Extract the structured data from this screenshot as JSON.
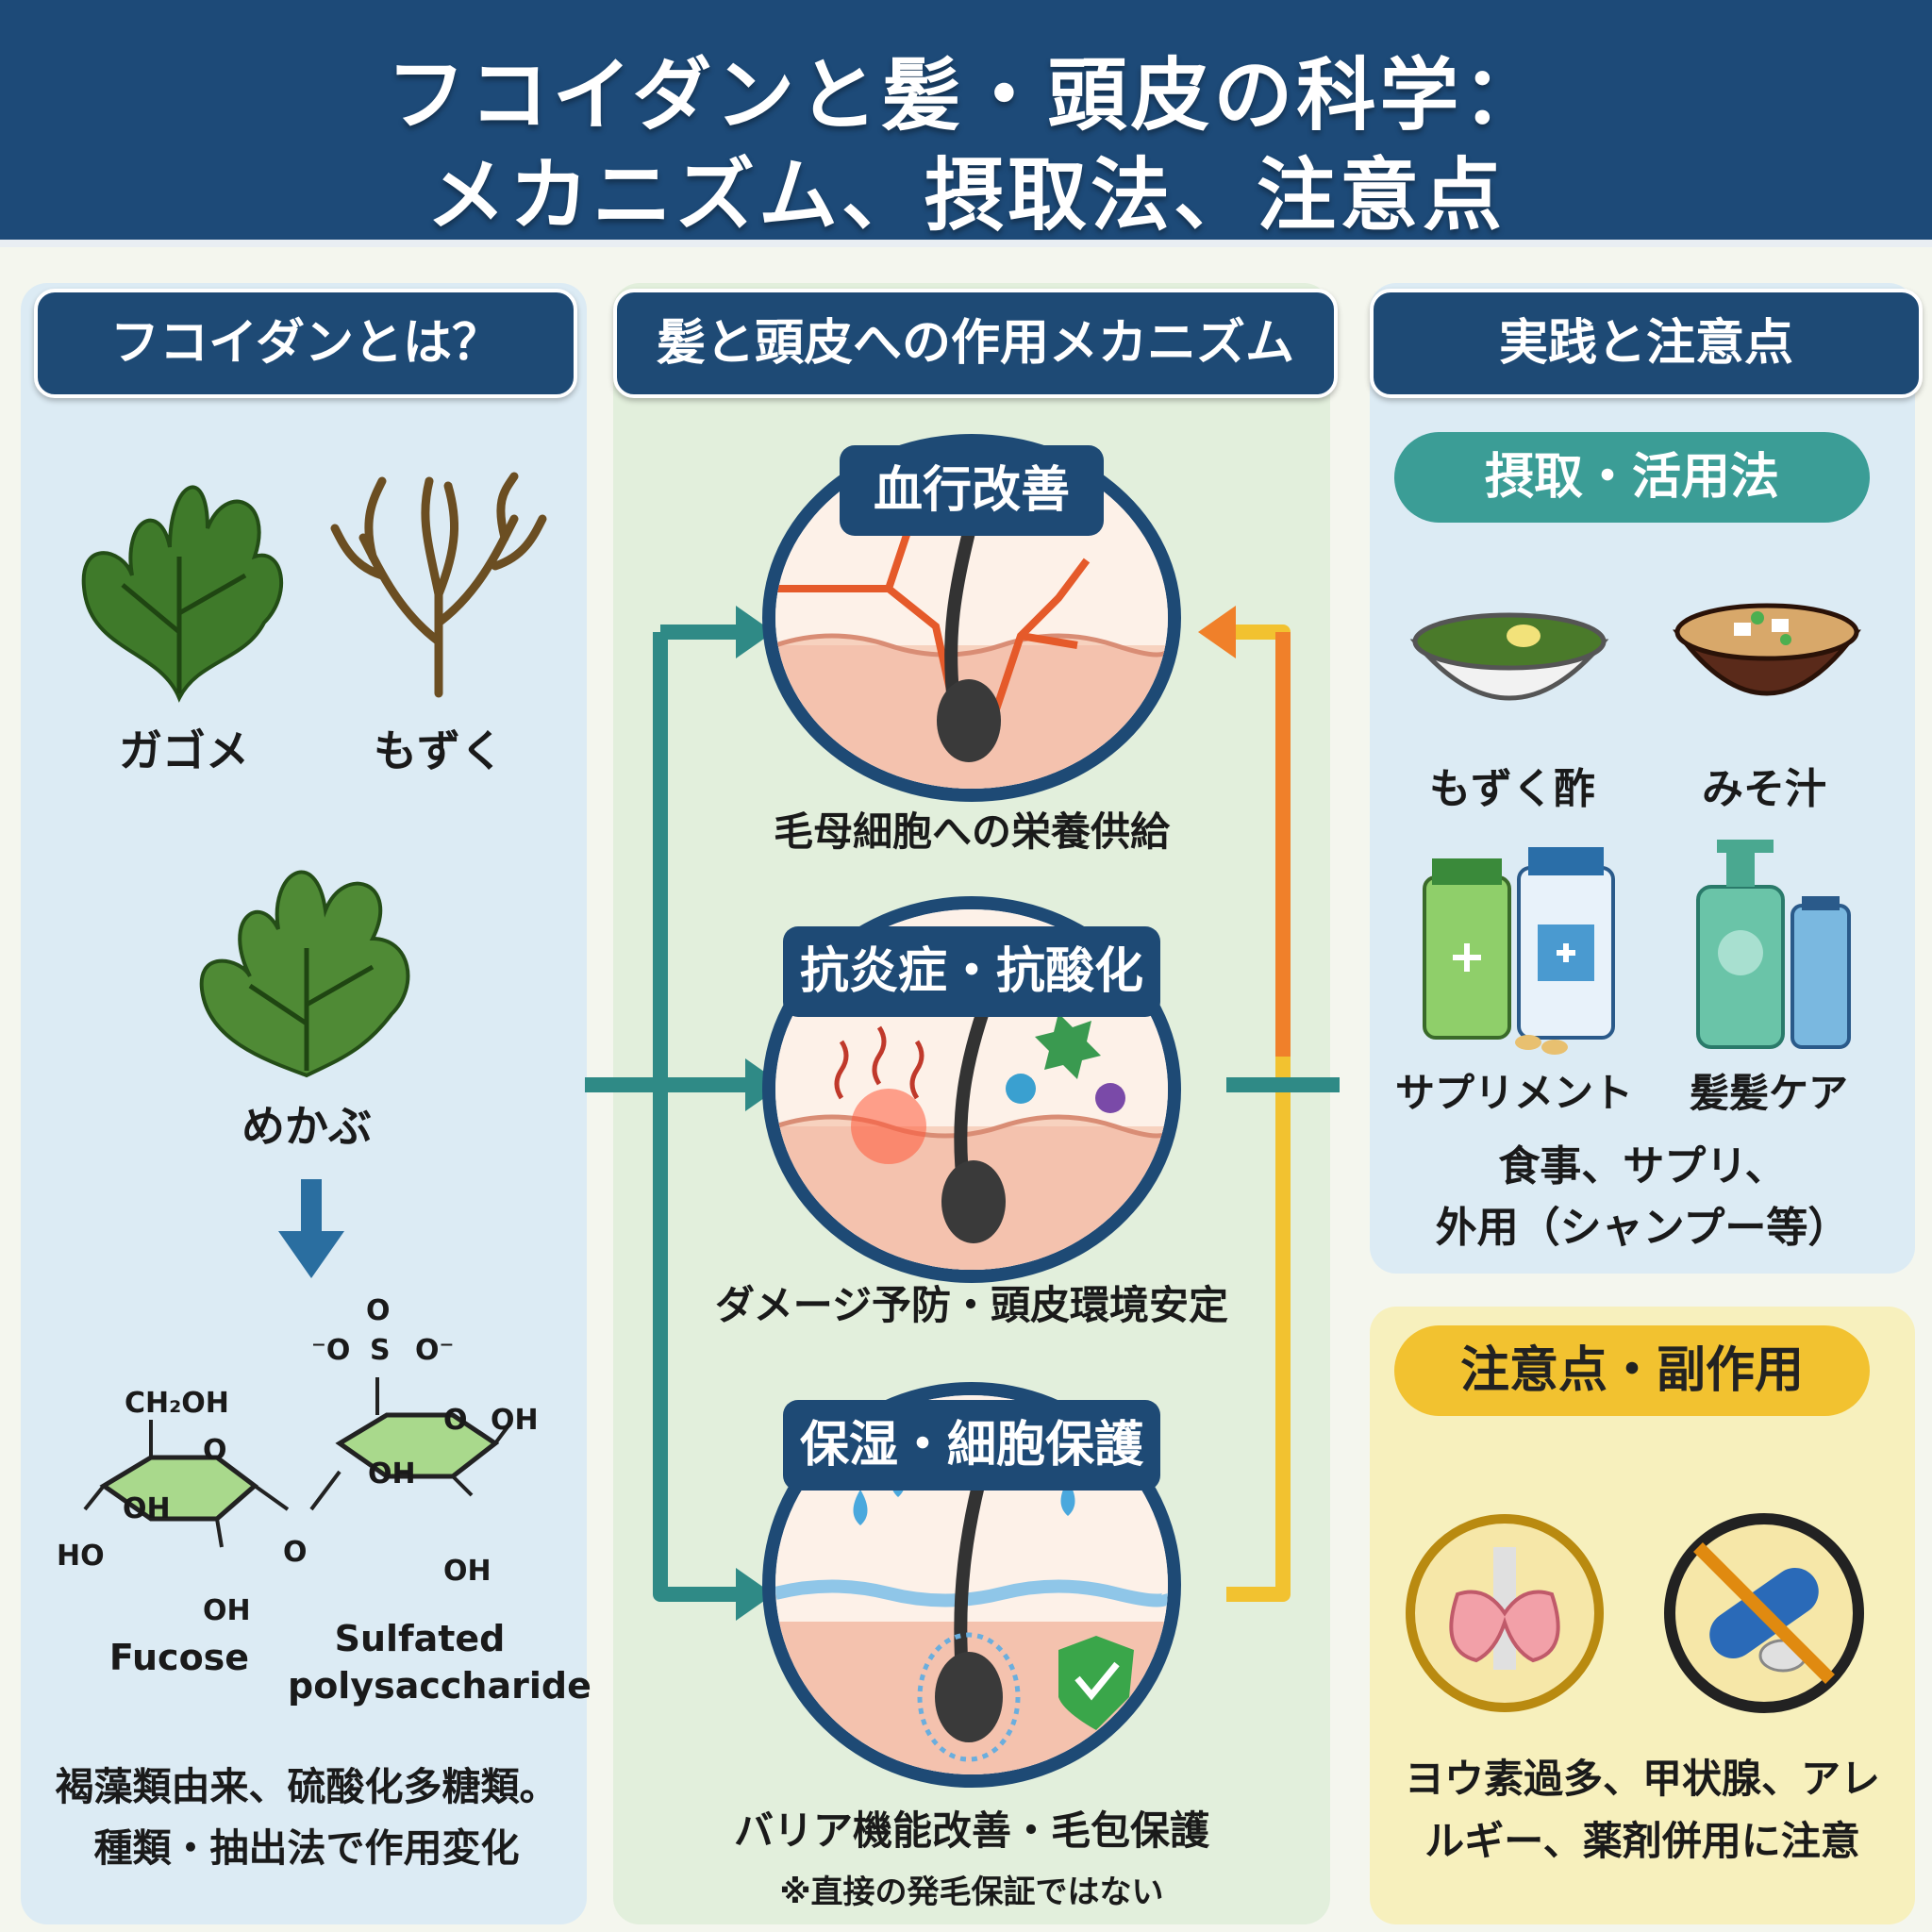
{
  "header": {
    "title_line1": "フコイダンと髪・頭皮の科学：",
    "title_line2": "メカニズム、摂取法、注意点"
  },
  "left": {
    "heading": "フコイダンとは？",
    "seaweeds": [
      "ガゴメ",
      "もずく",
      "めかぶ"
    ],
    "structure": {
      "ch2oh": "CH₂OH",
      "ring_o": "O",
      "oh": "OH",
      "ho": "HO",
      "bridge_o": "O",
      "sulfate_o": "O",
      "sulfate_left": "⁻O",
      "sulfate_s": "S",
      "sulfate_right": "O⁻",
      "fucose": "Fucose",
      "sulfated_1": "Sulfated",
      "sulfated_2": "polysaccharide"
    },
    "desc_line1": "褐藻類由来、硫酸化多糖類。",
    "desc_line2": "種類・抽出法で作用変化"
  },
  "middle": {
    "heading": "髪と頭皮への作用メカニズム",
    "blocks": [
      {
        "title": "血行改善",
        "caption": "毛母細胞への栄養供給"
      },
      {
        "title": "抗炎症・抗酸化",
        "caption": "ダメージ予防・頭皮環境安定"
      },
      {
        "title": "保湿・細胞保護",
        "caption": "バリア機能改善・毛包保護"
      }
    ],
    "note": "※直接の発毛保証ではない"
  },
  "right": {
    "heading": "実践と注意点",
    "intake": {
      "subheading": "摂取・活用法",
      "items": [
        "もずく酢",
        "みそ汁",
        "サプリメント",
        "髪髪ケア"
      ],
      "summary_line1": "食事、サプリ、",
      "summary_line2": "外用（シャンプー等）"
    },
    "caution": {
      "subheading": "注意点・副作用",
      "text_line1": "ヨウ素過多、甲状腺、アレ",
      "text_line2": "ルギー、薬剤併用に注意"
    }
  },
  "colors": {
    "navy": "#1d4a78",
    "teal": "#2f8f8a",
    "orange": "#f0802a",
    "yellow": "#f2c230"
  }
}
